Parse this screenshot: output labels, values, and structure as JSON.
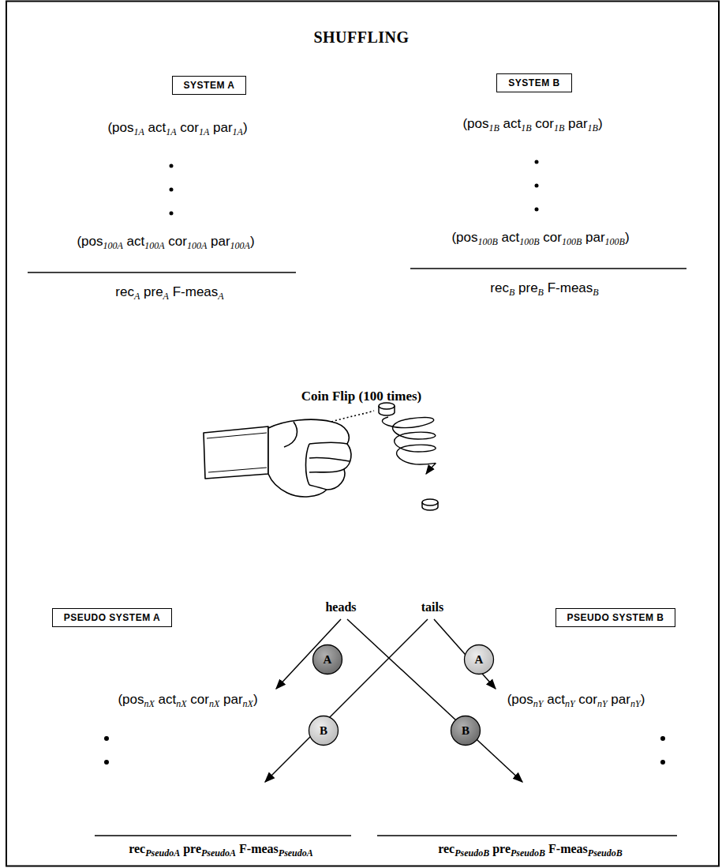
{
  "diagram": {
    "title": "SHUFFLING",
    "nodes": [
      {
        "text": [
          "SYSTEM A"
        ]
      },
      {
        "text": [
          "SYSTEM B"
        ]
      },
      {
        "text": [
          "PSEUDO SYSTEM A"
        ]
      },
      {
        "text": [
          "PSEUDO SYSTEM B"
        ]
      },
      {
        "text": [
          "A"
        ]
      },
      {
        "text": [
          "A"
        ]
      },
      {
        "text": [
          "B"
        ]
      },
      {
        "text": [
          "B"
        ]
      }
    ],
    "labels": [
      "(pos1A act1A cor1A par1A)",
      "(pos100A act100A cor100A par100A)",
      "recA preA F-measA",
      "(pos1B act1B cor1B par1B)",
      "(pos100B act100B cor100B par100B)",
      "recB preB F-measB",
      "Coin Flip (100 times)",
      "heads",
      "tails",
      "(posnX actnX cornX parnX)",
      "(posnY actnY cornY parnY)",
      "recPseudoA prePseudoA F-measPseudoA",
      "recPseudoB prePseudoB F-measPseudoB"
    ]
  }
}
